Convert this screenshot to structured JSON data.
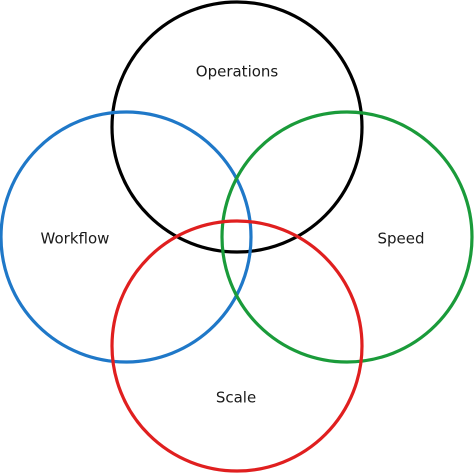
{
  "diagram": {
    "sets": [
      {
        "id": "operations",
        "label": "Operations",
        "color": "#000000"
      },
      {
        "id": "workflow",
        "label": "Workflow",
        "color": "#1f78c8"
      },
      {
        "id": "speed",
        "label": "Speed",
        "color": "#1a9b3a"
      },
      {
        "id": "scale",
        "label": "Scale",
        "color": "#e01f1f"
      }
    ]
  }
}
